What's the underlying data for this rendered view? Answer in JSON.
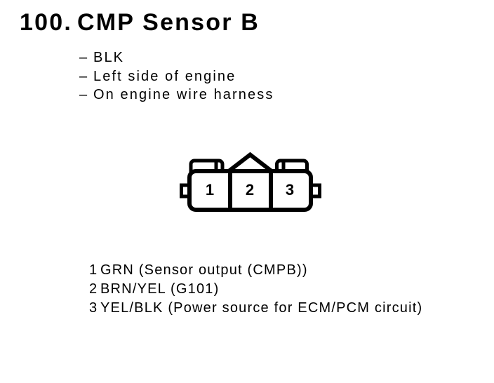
{
  "page": {
    "background": "#ffffff",
    "ink": "#000000"
  },
  "header": {
    "item_number": "100.",
    "title": "CMP Sensor B"
  },
  "details": {
    "dash": "–",
    "items": [
      "BLK",
      "Left side of engine",
      "On engine wire harness"
    ]
  },
  "connector": {
    "type": "3-pin connector, female, harness side view",
    "pins": [
      "1",
      "2",
      "3"
    ]
  },
  "pin_legend": [
    {
      "pin": "1",
      "description": "GRN (Sensor output (CMPB))"
    },
    {
      "pin": "2",
      "description": "BRN/YEL (G101)"
    },
    {
      "pin": "3",
      "description": "YEL/BLK (Power source for ECM/PCM circuit)"
    }
  ]
}
